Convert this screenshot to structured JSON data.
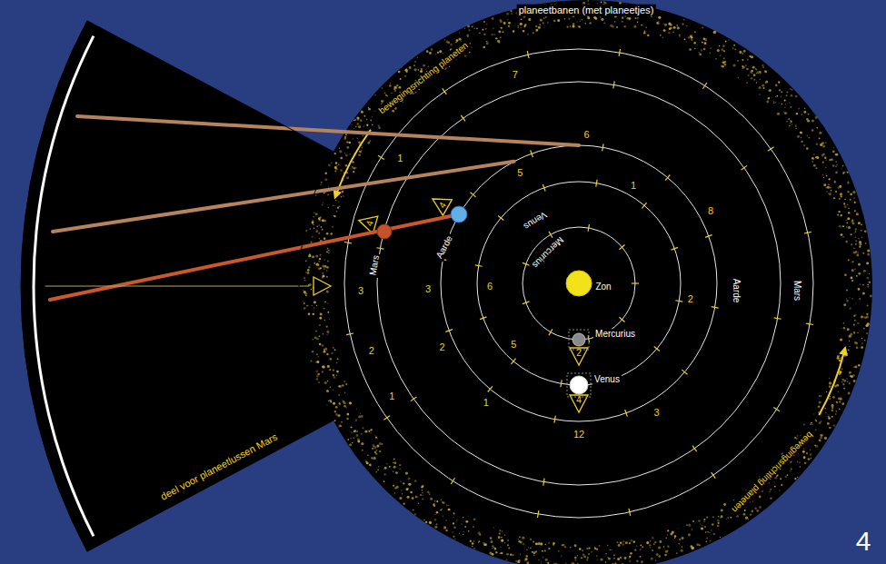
{
  "diagram": {
    "nodes": [
      {
        "text": [
          "deel voor planeetlussen Mars"
        ]
      },
      {
        "text": [
          "Mars"
        ]
      },
      {
        "text": [
          "Aarde"
        ]
      },
      {
        "text": [
          "Zon"
        ]
      },
      {
        "text": [
          "Mercurius"
        ]
      },
      {
        "text": [
          "Venus"
        ]
      }
    ],
    "labels": [
      "planeetbanen (met planeetjes)",
      "bewegingsrichting planeten",
      "bewegingsrichting planeten",
      "Venus",
      "Mercurius",
      "Aarde",
      "Mars",
      "4",
      "7",
      "1",
      "3",
      "2",
      "1",
      "6",
      "5",
      "3",
      "2",
      "1",
      "12",
      "3",
      "2",
      "8",
      "1",
      "6",
      "5",
      "4",
      "4",
      "2",
      "4"
    ]
  }
}
